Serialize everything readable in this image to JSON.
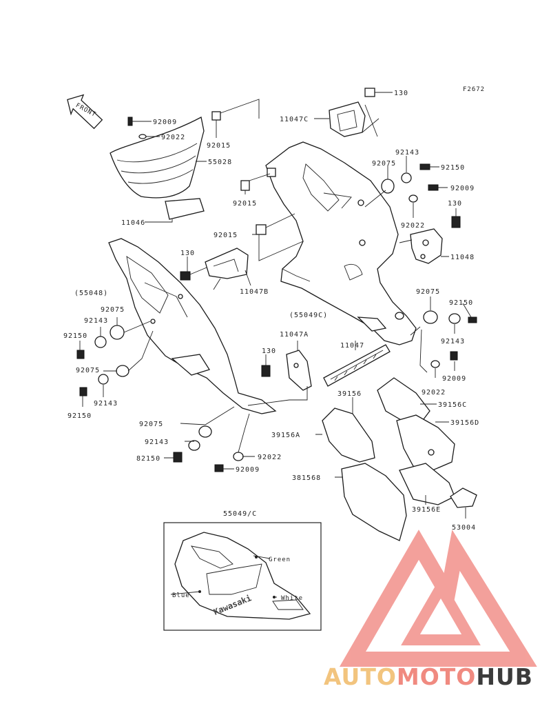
{
  "figure_code": "F2672",
  "front_label": "FRONT",
  "inset_title": "55049/C",
  "inset_labels": {
    "green": "Green",
    "blue": "Blue",
    "white": "White",
    "brand": "Kawasaki"
  },
  "watermark": {
    "part1": "AUTO",
    "part2": "MOTO",
    "part3": "HUB",
    "colors": {
      "auto": "#f2c47e",
      "moto": "#f08a80",
      "hub": "#3b3b3b",
      "logo": "#f2908a"
    }
  },
  "part_labels": {
    "p130a": "130",
    "p11047C": "11047C",
    "p92143a": "92143",
    "p92075a": "92075",
    "p92150a": "92150",
    "p92009a": "92009",
    "p92009b": "92009",
    "p92022a": "92022",
    "p92015a": "92015",
    "p55028": "55028",
    "p92015b": "92015",
    "p92015c": "92015",
    "p11046": "11046",
    "p92022b": "92022",
    "p130b": "130",
    "p11048": "11048",
    "p130c": "130",
    "p11047B": "11047B",
    "p55048": "(55048)",
    "p92075b": "92075",
    "p92143b": "92143",
    "p92150b": "92150",
    "p92075c": "92075",
    "p92143c": "92143",
    "p92150c": "92150",
    "p55049C": "(55049C)",
    "p92075d": "92075",
    "p92150d": "92150",
    "p92143d": "92143",
    "p92009c": "92009",
    "p11047A": "11047A",
    "p130d": "130",
    "p11047": "11047",
    "p92022c": "92022",
    "p39156": "39156",
    "p39156C": "39156C",
    "p39156D": "39156D",
    "p39156A": "39156A",
    "p92075e": "92075",
    "p92143e": "92143",
    "p82150": "82150",
    "p92022d": "92022",
    "p92009d": "92009",
    "p381568": "381568",
    "p39156E": "39156E",
    "p53004": "53004"
  }
}
